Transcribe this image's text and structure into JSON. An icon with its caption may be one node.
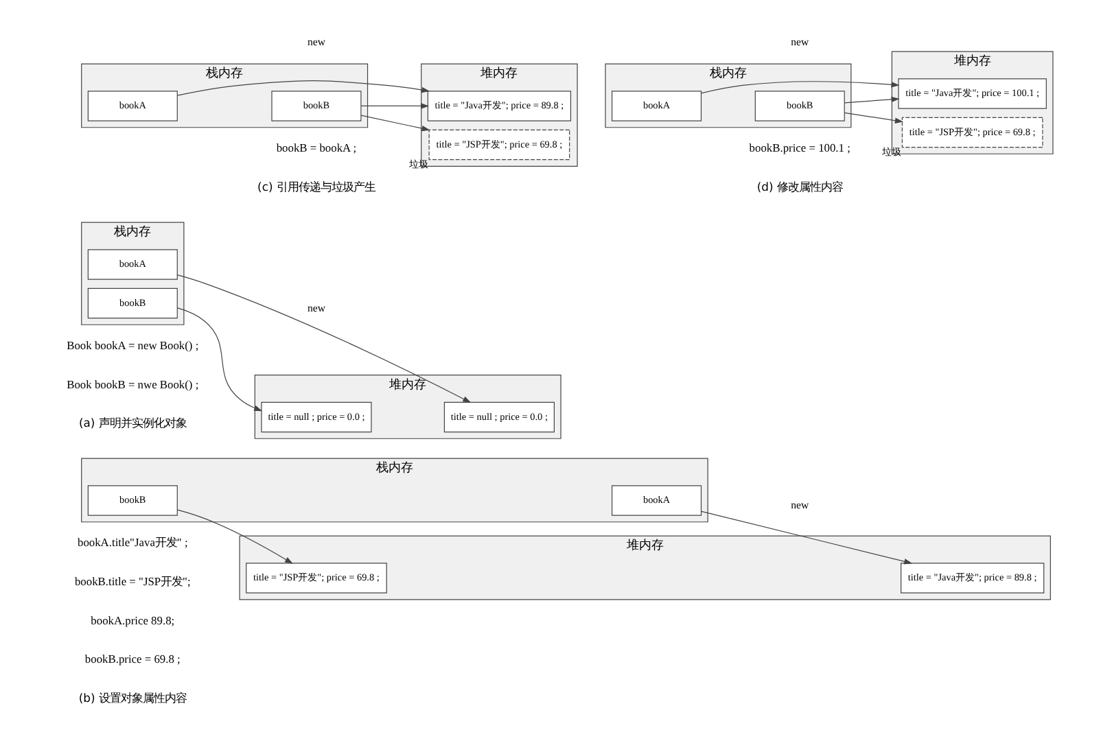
{
  "diagram": {
    "nodes": [
      {
        "text": [
          "栈内存"
        ]
      },
      {
        "text": [
          "bookA"
        ],
        "in": 0
      },
      {
        "text": [
          "bookB"
        ],
        "in": 0
      },
      {
        "text": [
          "堆内存"
        ]
      },
      {
        "text": [
          "title = null ; price = 0.0 ;"
        ],
        "in": 3
      },
      {
        "text": [
          "title = null ; price = 0.0 ;"
        ],
        "in": 3
      },
      {
        "text": [
          "栈内存"
        ]
      },
      {
        "text": [
          "bookA"
        ],
        "in": 6
      },
      {
        "text": [
          "bookB"
        ],
        "in": 6
      },
      {
        "text": [
          "堆内存"
        ]
      },
      {
        "text": [
          "title = \"Java开发\"; price = 89.8 ;"
        ],
        "in": 9
      },
      {
        "text": [
          "title = \"JSP开发\"; price = 69.8 ;"
        ],
        "in": 9
      },
      {
        "text": [
          "栈内存"
        ]
      },
      {
        "text": [
          "bookA"
        ],
        "in": 12
      },
      {
        "text": [
          "bookB"
        ],
        "in": 12
      },
      {
        "text": [
          "堆内存"
        ]
      },
      {
        "text": [
          "title = \"Java开发\"; price = 89.8 ;"
        ],
        "in": 15
      },
      {
        "text": [
          "title = \"JSP开发\"; price = 69.8 ;"
        ],
        "in": 15,
        "beside": [
          "垃圾"
        ]
      },
      {
        "text": [
          "栈内存"
        ]
      },
      {
        "text": [
          "bookA"
        ],
        "in": 18
      },
      {
        "text": [
          "bookB"
        ],
        "in": 18
      },
      {
        "text": [
          "堆内存"
        ]
      },
      {
        "text": [
          "title = \"Java开发\"; price = 100.1 ;"
        ],
        "in": 21
      },
      {
        "text": [
          "title = \"JSP开发\"; price = 69.8 ;"
        ],
        "in": 21,
        "beside": [
          "垃圾"
        ]
      }
    ],
    "edges": [
      {
        "from": 1,
        "to": 4,
        "arrow": "to"
      },
      {
        "from": 2,
        "to": 5,
        "arrow": "to"
      },
      {
        "from": 7,
        "to": 10,
        "arrow": "to"
      },
      {
        "from": 8,
        "to": 11,
        "arrow": "to"
      },
      {
        "from": 13,
        "to": 16,
        "arrow": "to"
      },
      {
        "from": 14,
        "to": 16,
        "arrow": "to"
      },
      {
        "from": 14,
        "to": 17,
        "arrow": "to"
      },
      {
        "from": 19,
        "to": 22,
        "arrow": "to"
      },
      {
        "from": 20,
        "to": 22,
        "arrow": "to"
      },
      {
        "from": 20,
        "to": 23,
        "arrow": "to"
      }
    ],
    "labels": [
      "new",
      "new",
      "Book bookA = new Book() ;",
      "Book bookB = nwe Book() ;",
      "bookA.title\"Java开发\" ;",
      "bookB.title = \"JSP开发\";",
      "bookA.price 89.8;",
      "bookB.price = 69.8 ;",
      "(a) 声明并实例化对象",
      "(b) 设置对象属性内容",
      "new",
      "new",
      "bookB = bookA ;",
      "bookB.price = 100.1 ;",
      "(c) 引用传递与垃圾产生",
      "(d) 修改属性内容"
    ]
  }
}
